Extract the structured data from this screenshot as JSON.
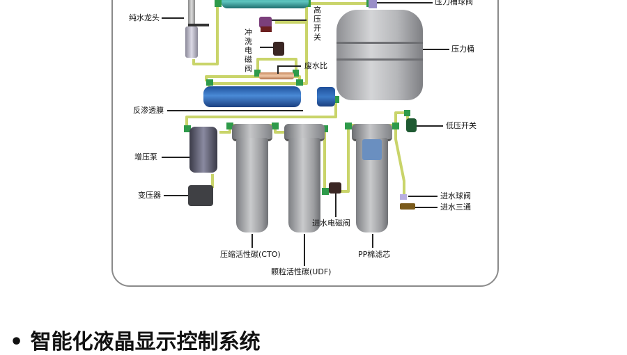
{
  "labels": {
    "pure_water_faucet": "纯水龙头",
    "high_pressure_switch": "高压开关",
    "tank_ball_valve": "压力桶球阀",
    "pressure_tank": "压力桶",
    "flush_solenoid_valve": "冲洗电磁阀",
    "waste_water_ratio": "废水比",
    "ro_membrane": "反渗透膜",
    "low_pressure_switch": "低压开关",
    "booster_pump": "增压泵",
    "transformer": "变压器",
    "inlet_ball_valve": "进水球阀",
    "inlet_tee": "进水三通",
    "inlet_solenoid_valve": "进水电磁阀",
    "cto_filter": "压缩活性碳(CTO)",
    "udf_filter": "颗粒活性碳(UDF)",
    "pp_filter": "PP棉滤芯"
  },
  "section_heading": "• 智能化液晶显示控制系统",
  "colors": {
    "pipe": "#c9d46a",
    "fitting": "#2e9a4a",
    "membrane": "#2f6fbf",
    "housing": "#a9aaad"
  }
}
